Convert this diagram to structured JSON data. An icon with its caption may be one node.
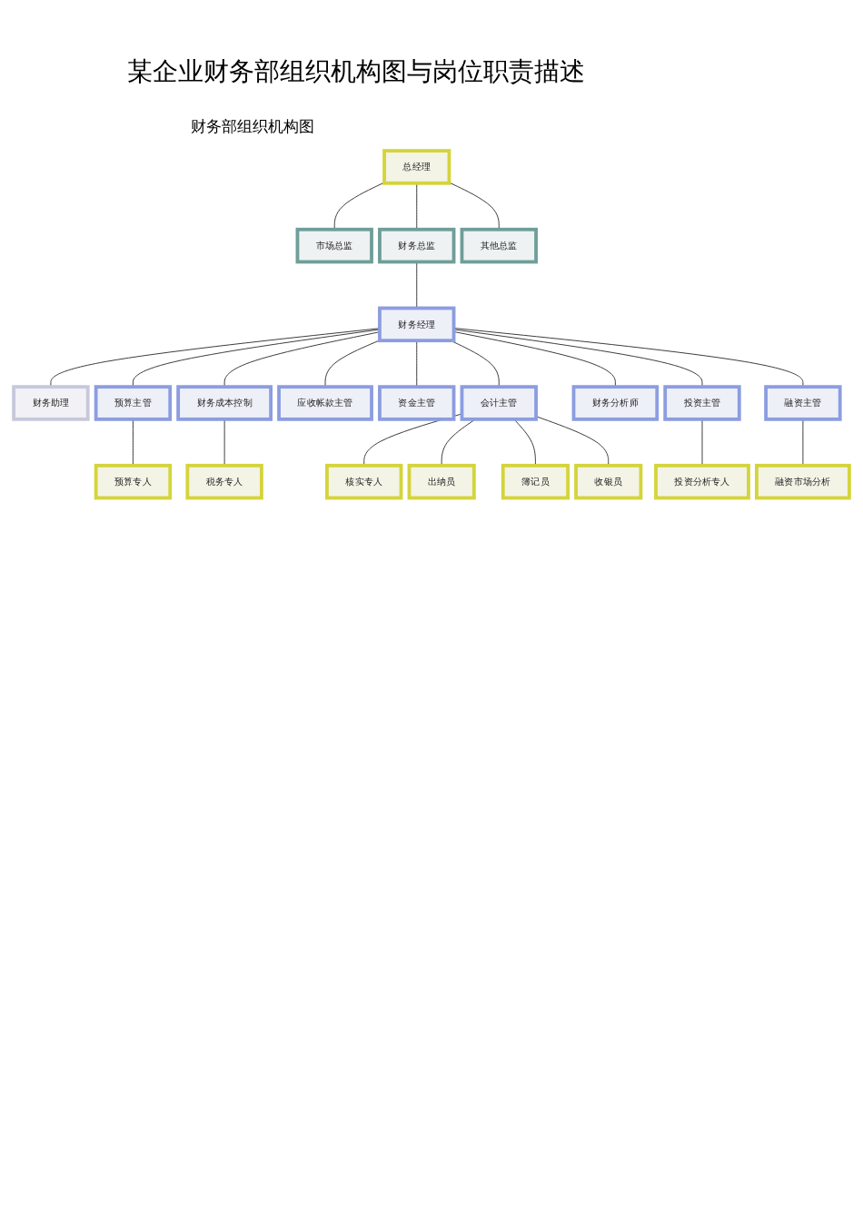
{
  "diagram": {
    "title": "某企业财务部组织机构图与岗位职责描述",
    "nodes": [
      {
        "text": [
          "总经理"
        ]
      },
      {
        "text": [
          "市场总监"
        ]
      },
      {
        "text": [
          "财务总监"
        ]
      },
      {
        "text": [
          "其他总监"
        ]
      },
      {
        "text": [
          "财务经理"
        ]
      },
      {
        "text": [
          "财务助理"
        ]
      },
      {
        "text": [
          "预算主管"
        ]
      },
      {
        "text": [
          "财务成本控制"
        ]
      },
      {
        "text": [
          "应收帐款主管"
        ]
      },
      {
        "text": [
          "资金主管"
        ]
      },
      {
        "text": [
          "会计主管"
        ]
      },
      {
        "text": [
          "财务分析师"
        ]
      },
      {
        "text": [
          "投资主管"
        ]
      },
      {
        "text": [
          "融资主管"
        ]
      },
      {
        "text": [
          "预算专人"
        ]
      },
      {
        "text": [
          "税务专人"
        ]
      },
      {
        "text": [
          "核实专人"
        ]
      },
      {
        "text": [
          "出纳员"
        ]
      },
      {
        "text": [
          "簿记员"
        ]
      },
      {
        "text": [
          "收银员"
        ]
      },
      {
        "text": [
          "投资分析专人"
        ]
      },
      {
        "text": [
          "融资市场分析"
        ]
      }
    ],
    "edges": [
      {
        "from": 0,
        "to": 1,
        "arrow": "none"
      },
      {
        "from": 0,
        "to": 2,
        "arrow": "none"
      },
      {
        "from": 0,
        "to": 3,
        "arrow": "none"
      },
      {
        "from": 2,
        "to": 4,
        "arrow": "none"
      },
      {
        "from": 4,
        "to": 5,
        "arrow": "none"
      },
      {
        "from": 4,
        "to": 6,
        "arrow": "none"
      },
      {
        "from": 4,
        "to": 7,
        "arrow": "none"
      },
      {
        "from": 4,
        "to": 8,
        "arrow": "none"
      },
      {
        "from": 4,
        "to": 9,
        "arrow": "none"
      },
      {
        "from": 4,
        "to": 10,
        "arrow": "none"
      },
      {
        "from": 4,
        "to": 11,
        "arrow": "none"
      },
      {
        "from": 4,
        "to": 12,
        "arrow": "none"
      },
      {
        "from": 4,
        "to": 13,
        "arrow": "none"
      },
      {
        "from": 6,
        "to": 14,
        "arrow": "none"
      },
      {
        "from": 7,
        "to": 15,
        "arrow": "none"
      },
      {
        "from": 10,
        "to": 16,
        "arrow": "none"
      },
      {
        "from": 10,
        "to": 17,
        "arrow": "none"
      },
      {
        "from": 10,
        "to": 18,
        "arrow": "none"
      },
      {
        "from": 10,
        "to": 19,
        "arrow": "none"
      },
      {
        "from": 12,
        "to": 20,
        "arrow": "none"
      },
      {
        "from": 13,
        "to": 21,
        "arrow": "none"
      }
    ],
    "labels": [
      "财务部组织机构图"
    ]
  }
}
